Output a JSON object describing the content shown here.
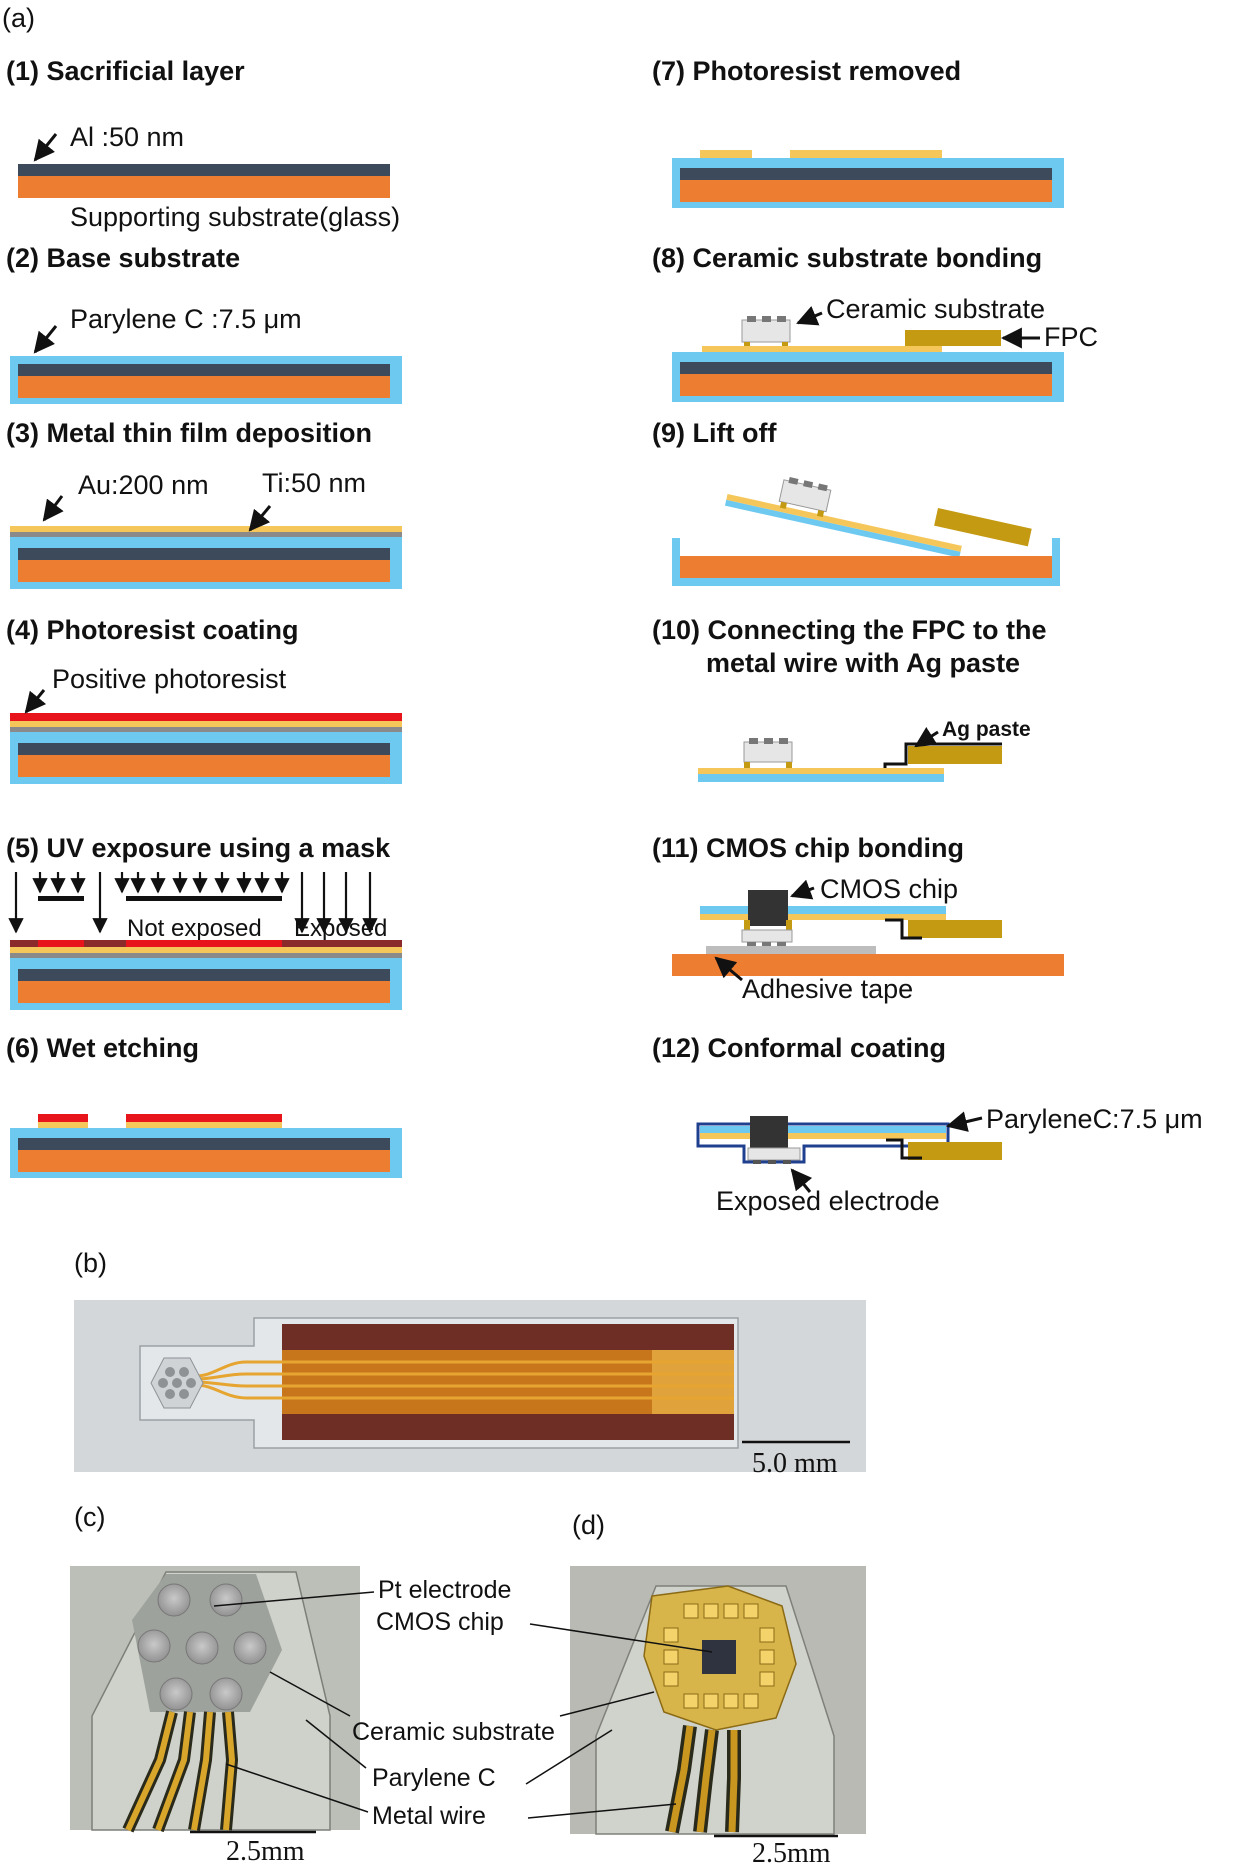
{
  "colors": {
    "glass": "#ed7d31",
    "aluminum": "#3d4a5c",
    "parylene": "#6ec9f0",
    "gold": "#f5c75a",
    "titanium": "#8a8a8a",
    "photoresist": "#e8141c",
    "fpc": "#c39a12",
    "ceramic": "#d9d9d9"
  },
  "panel_a": {
    "label": "(a)",
    "steps": {
      "s1": {
        "title": "(1) Sacrificial layer",
        "label_al": "Al :50 nm",
        "label_glass": "Supporting substrate(glass)"
      },
      "s2": {
        "title": "(2) Base substrate",
        "label_parylene": "Parylene C :7.5 μm"
      },
      "s3": {
        "title": "(3) Metal thin film deposition",
        "label_au": "Au:200 nm",
        "label_ti": "Ti:50 nm"
      },
      "s4": {
        "title": "(4) Photoresist coating",
        "label_pr": "Positive photoresist"
      },
      "s5": {
        "title": "(5) UV exposure using a mask",
        "label_not_exposed": "Not exposed",
        "label_exposed": "Exposed"
      },
      "s6": {
        "title": "(6) Wet etching"
      },
      "s7": {
        "title": "(7) Photoresist removed"
      },
      "s8": {
        "title": "(8) Ceramic substrate bonding",
        "label_ceramic": "Ceramic substrate",
        "label_fpc": "FPC"
      },
      "s9": {
        "title": "(9) Lift off"
      },
      "s10": {
        "title_line1": "(10) Connecting the FPC to the",
        "title_line2": "metal wire with Ag paste",
        "label_ag": "Ag paste"
      },
      "s11": {
        "title": "(11) CMOS chip bonding",
        "label_cmos": "CMOS chip",
        "label_tape": "Adhesive tape"
      },
      "s12": {
        "title": "(12) Conformal coating",
        "label_parylene": "ParyleneC:7.5 μm",
        "label_electrode": "Exposed electrode"
      }
    }
  },
  "panel_b": {
    "label": "(b)",
    "scale": "5.0 mm"
  },
  "panel_c": {
    "label": "(c)",
    "scale": "2.5mm"
  },
  "panel_d": {
    "label": "(d)",
    "scale": "2.5mm"
  },
  "callouts": {
    "pt_electrode": "Pt electrode",
    "cmos_chip": "CMOS chip",
    "ceramic_substrate": "Ceramic substrate",
    "parylene_c": "Parylene C",
    "metal_wire": "Metal wire"
  }
}
